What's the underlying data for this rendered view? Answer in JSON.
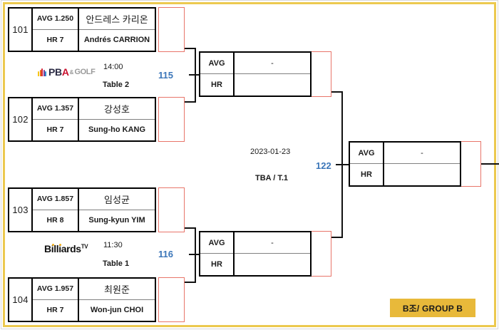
{
  "tournament": {
    "group_badge": "B조/ GROUP B",
    "accent_color": "#e8b93a",
    "match_number_color": "#3b76b9",
    "score_box_color": "#e8756a",
    "frame_color": "#ecc94f"
  },
  "labels": {
    "avg": "AVG",
    "hr": "HR",
    "empty_value": "-"
  },
  "players": [
    {
      "seed": "101",
      "avg": "AVG 1.250",
      "hr": "HR 7",
      "name_kr": "안드레스 카리온",
      "name_en": "Andrés CARRION"
    },
    {
      "seed": "102",
      "avg": "AVG 1.357",
      "hr": "HR 7",
      "name_kr": "강성호",
      "name_en": "Sung-ho KANG"
    },
    {
      "seed": "103",
      "avg": "AVG 1.857",
      "hr": "HR 8",
      "name_kr": "임성균",
      "name_en": "Sung-kyun YIM"
    },
    {
      "seed": "104",
      "avg": "AVG 1.957",
      "hr": "HR 7",
      "name_kr": "최원준",
      "name_en": "Won-jun CHOI"
    }
  ],
  "matches": [
    {
      "number": "115",
      "time": "14:00",
      "table": "Table 2",
      "broadcaster": "PBA & GOLF"
    },
    {
      "number": "116",
      "time": "11:30",
      "table": "Table 1",
      "broadcaster": "Billiards TV"
    },
    {
      "number": "122",
      "date": "2023-01-23",
      "table": "TBA / T.1"
    }
  ],
  "results": [
    {
      "avg_label": "AVG",
      "avg_value": "-",
      "hr_label": "HR",
      "hr_value": ""
    },
    {
      "avg_label": "AVG",
      "avg_value": "-",
      "hr_label": "HR",
      "hr_value": ""
    },
    {
      "avg_label": "AVG",
      "avg_value": "-",
      "hr_label": "HR",
      "hr_value": ""
    }
  ],
  "logos": {
    "pba": {
      "mark": "peacock-icon",
      "text": "PBA",
      "amp": "&",
      "suffix": "GOLF"
    },
    "billiards_tv": {
      "text": "Billiards",
      "sup": "TV"
    }
  }
}
